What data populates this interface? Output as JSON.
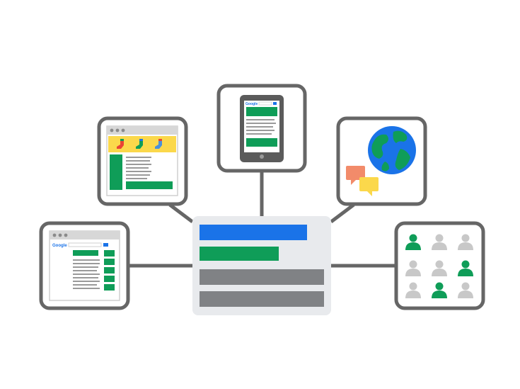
{
  "colors": {
    "frame": "#666666",
    "panel": "#e8eaed",
    "blue": "#1a73e8",
    "green": "#0f9d58",
    "gray_bar": "#808285",
    "yellow": "#fbd84b",
    "red": "#ea4335",
    "light_gray": "#c8c8c8"
  },
  "logo_text": "Google",
  "nodes": [
    {
      "name": "desktop-search-page",
      "icon": "browser-window-icon"
    },
    {
      "name": "shopping-site",
      "icon": "socks-shop-icon"
    },
    {
      "name": "mobile-phone",
      "icon": "tablet-icon"
    },
    {
      "name": "globe-chat",
      "icon": "globe-icon"
    },
    {
      "name": "audience-grid",
      "icon": "people-icon"
    }
  ],
  "central_ad": {
    "bars": [
      "blue",
      "green",
      "gray",
      "gray"
    ]
  },
  "audience": {
    "rows": 3,
    "cols": 3,
    "highlighted": [
      0,
      5,
      7
    ]
  }
}
